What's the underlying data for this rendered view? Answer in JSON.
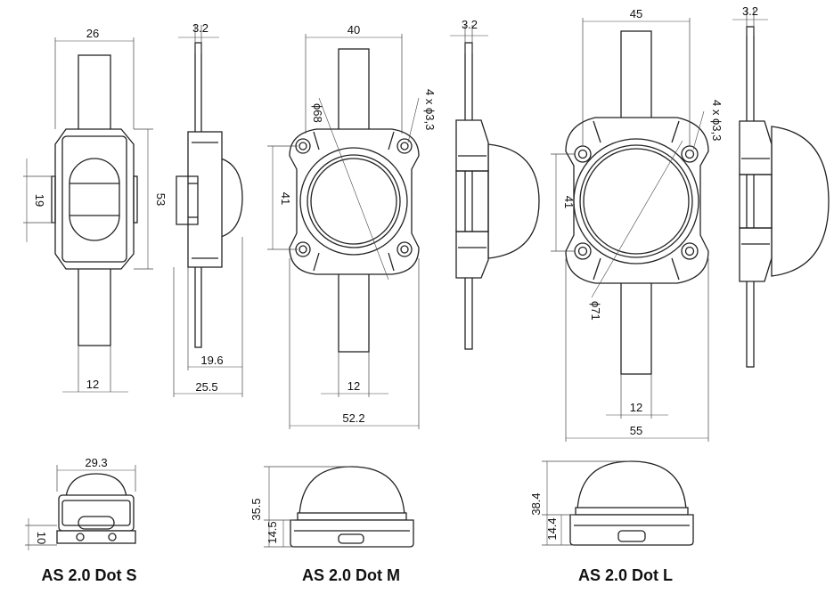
{
  "dimensions": {
    "s_width": "26",
    "s_height": "53",
    "s_inner": "19",
    "s_cable": "12",
    "s_side_cable": "3.2",
    "s_side_body": "19.6",
    "s_side_total": "25.5",
    "m_width": "40",
    "m_diameter": "ϕ68",
    "m_holes": "4 x ϕ3,3",
    "m_inner": "41",
    "m_cable": "12",
    "m_total": "52.2",
    "m_side_cable": "3.2",
    "l_width": "45",
    "l_holes": "4 x ϕ3,3",
    "l_inner": "41",
    "l_diameter": "ϕ71",
    "l_cable": "12",
    "l_total": "55",
    "l_side_cable": "3.2",
    "s_front_width": "29.3",
    "s_front_height": "10",
    "m_front_height": "35.5",
    "m_front_base": "14.5",
    "l_front_height": "38.4",
    "l_front_base": "14.4"
  },
  "captions": {
    "s": "AS 2.0 Dot S",
    "m": "AS 2.0 Dot M",
    "l": "AS 2.0 Dot L"
  }
}
